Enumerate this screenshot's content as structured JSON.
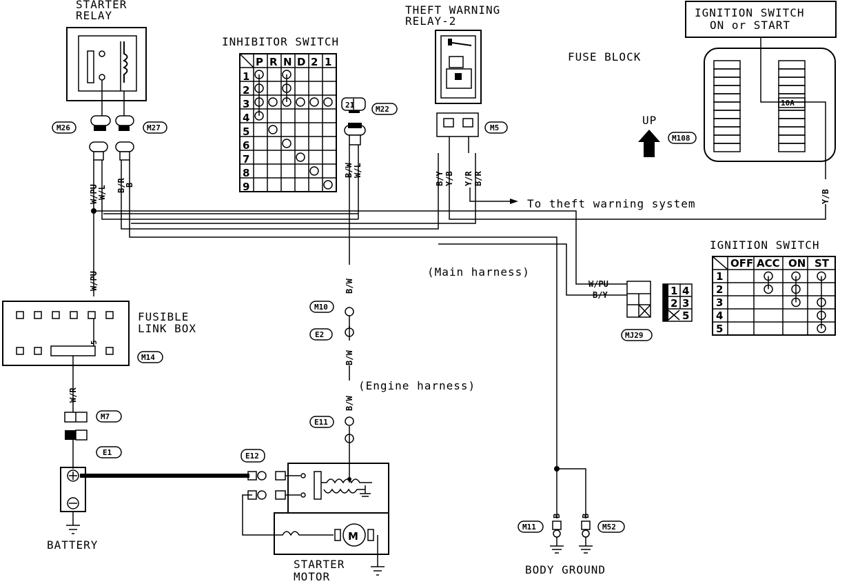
{
  "labels": {
    "starter_relay_1": "STARTER",
    "starter_relay_2": "RELAY",
    "inhibitor_switch": "INHIBITOR SWITCH",
    "theft_relay_1": "THEFT WARNING",
    "theft_relay_2": "RELAY-2",
    "fuse_block": "FUSE BLOCK",
    "ign_on_start_1": "IGNITION SWITCH",
    "ign_on_start_2": "ON or START",
    "up": "UP",
    "fuse_rating": "10A",
    "to_theft": "To theft warning system",
    "main_harness": "(Main harness)",
    "engine_harness": "(Engine harness)",
    "ignition_switch": "IGNITION SWITCH",
    "fusible_1": "FUSIBLE",
    "fusible_2": "LINK BOX",
    "battery": "BATTERY",
    "starter_motor_1": "STARTER",
    "starter_motor_2": "MOTOR",
    "body_ground": "BODY GROUND",
    "motor_m": "M"
  },
  "connectors": {
    "m26": "M26",
    "m27": "M27",
    "m22": "M22",
    "m5": "M5",
    "m108": "M108",
    "m10": "M10",
    "e2": "E2",
    "e11": "E11",
    "e12": "E12",
    "m14": "M14",
    "m7": "M7",
    "e1": "E1",
    "m11": "M11",
    "m52": "M52",
    "mj29": "MJ29",
    "c21": "21"
  },
  "wires": {
    "w_pu": "W/PU",
    "w_l": "W/L",
    "b_r": "B/R",
    "b": "B",
    "b_w": "B/W",
    "b_y": "B/Y",
    "y_b": "Y/B",
    "y_r": "Y/R",
    "w_r": "W/R",
    "fuse_5": "5"
  },
  "inhibitor_table": {
    "headers": [
      "P",
      "R",
      "N",
      "D",
      "2",
      "1"
    ],
    "rows": [
      "1",
      "2",
      "3",
      "4",
      "5",
      "6",
      "7",
      "8",
      "9"
    ]
  },
  "ignition_table": {
    "headers": [
      "OFF",
      "ACC",
      "ON",
      "ST"
    ],
    "rows": [
      "1",
      "2",
      "3",
      "4",
      "5"
    ]
  },
  "mj29_pins": [
    "1",
    "4",
    "2",
    "3",
    "5"
  ]
}
